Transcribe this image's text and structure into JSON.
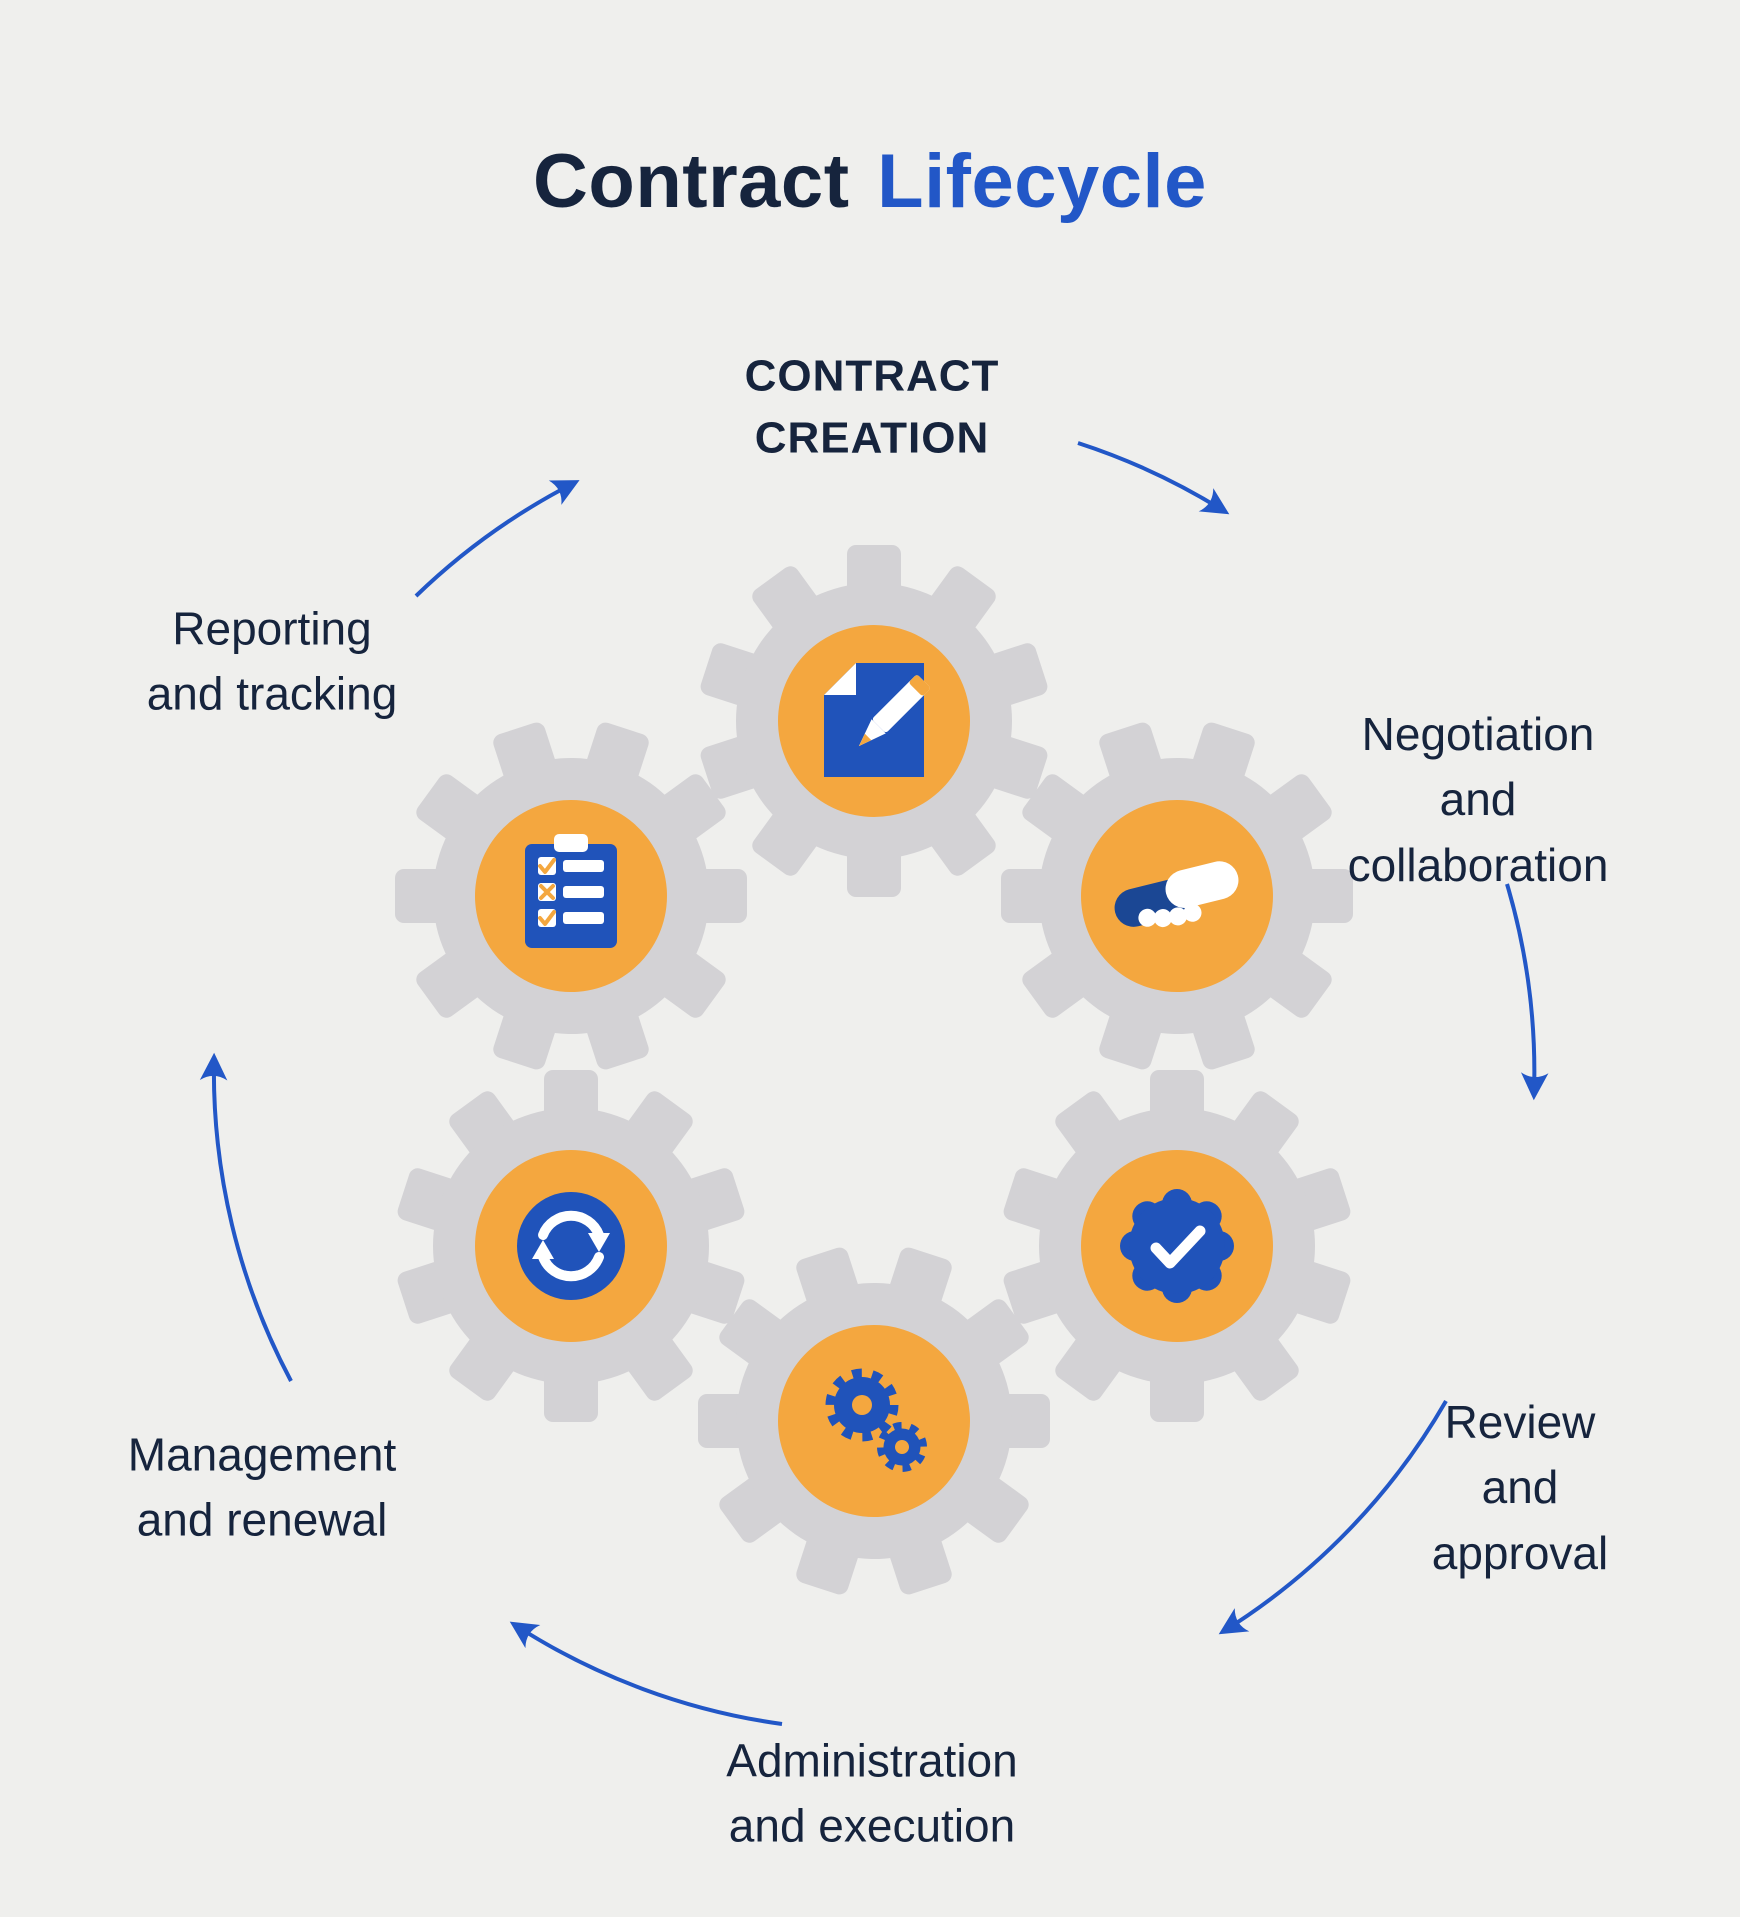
{
  "title": {
    "dark": "Contract",
    "accent": "Lifecycle"
  },
  "stages": [
    {
      "id": "contract-creation",
      "label": "CONTRACT\nCREATION",
      "icon": "document-pencil-icon"
    },
    {
      "id": "negotiation-collaboration",
      "label": "Negotiation and\ncollaboration",
      "icon": "handshake-icon"
    },
    {
      "id": "review-approval",
      "label": "Review\nand approval",
      "icon": "check-badge-icon"
    },
    {
      "id": "administration-execution",
      "label": "Administration\nand execution",
      "icon": "cogs-icon"
    },
    {
      "id": "management-renewal",
      "label": "Management\nand renewal",
      "icon": "cycle-arrows-icon"
    },
    {
      "id": "reporting-tracking",
      "label": "Reporting\nand tracking",
      "icon": "checklist-clipboard-icon"
    }
  ],
  "colors": {
    "bg": "#efefed",
    "ink": "#16243d",
    "accent": "#2257c7",
    "gear": "#d3d2d5",
    "orange": "#f4a73f",
    "icon_blue": "#2053ba",
    "navy": "#1b4794"
  }
}
